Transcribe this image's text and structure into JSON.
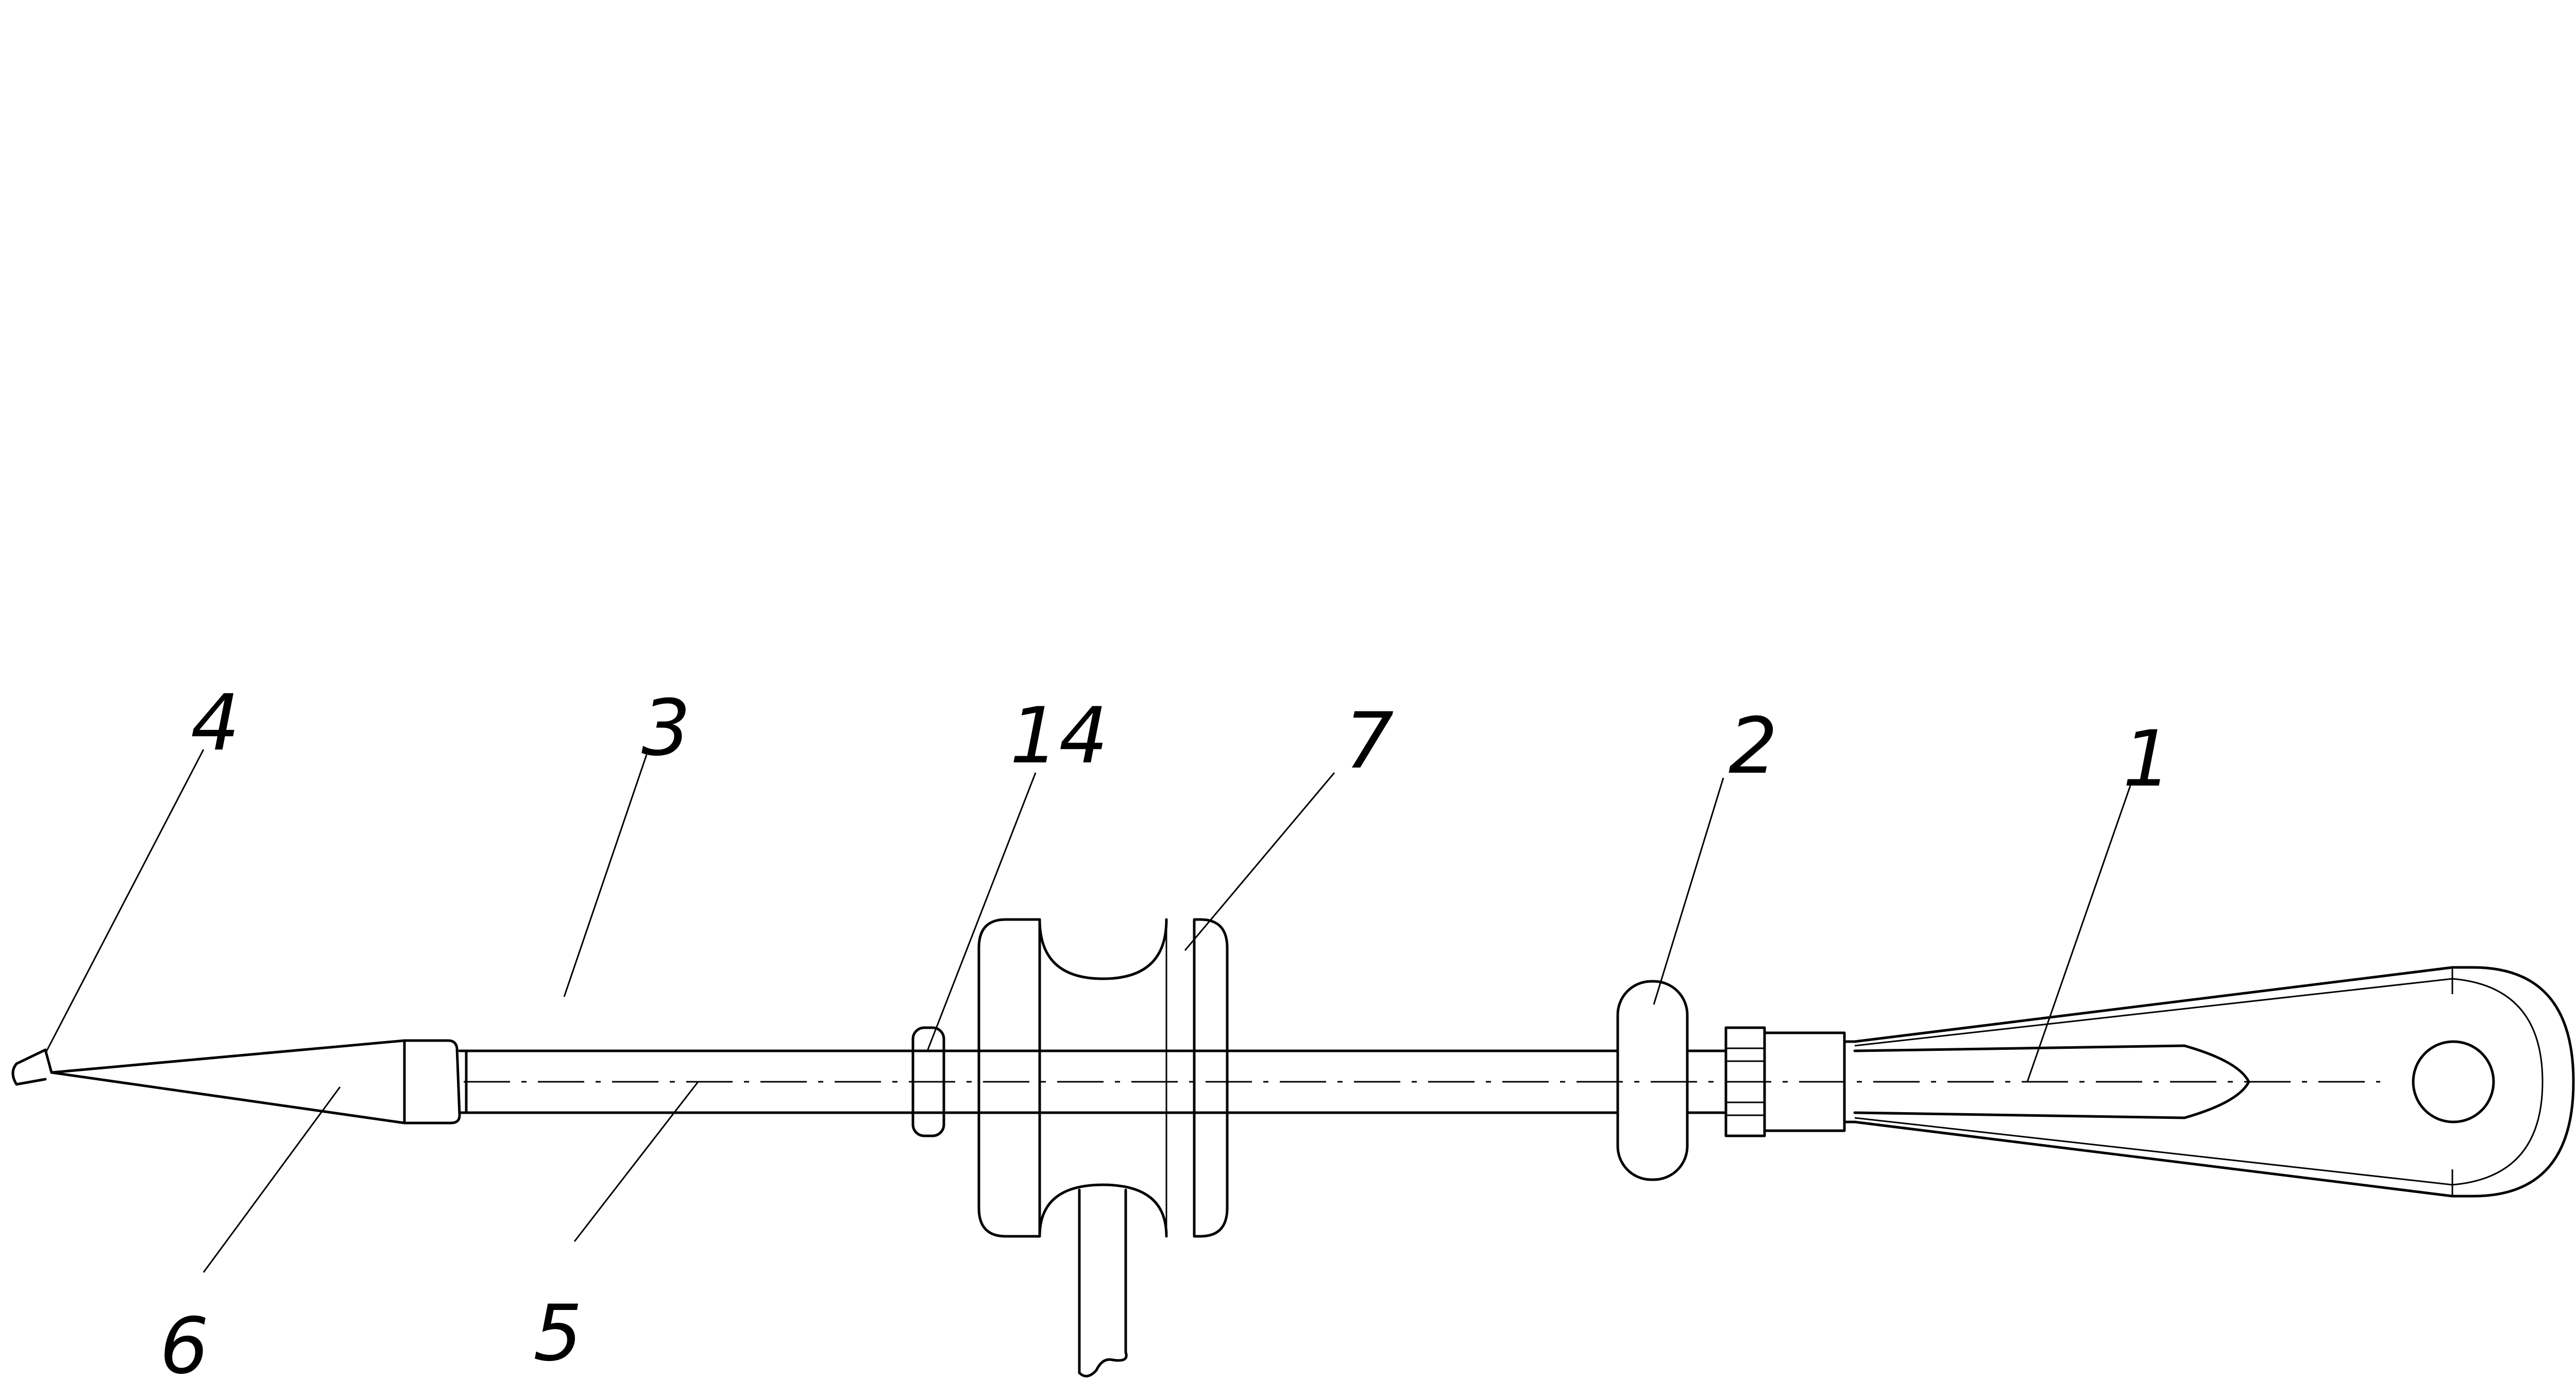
{
  "diagram": {
    "callouts": [
      {
        "id": "4",
        "label": "4"
      },
      {
        "id": "3",
        "label": "3"
      },
      {
        "id": "14",
        "label": "14"
      },
      {
        "id": "7",
        "label": "7"
      },
      {
        "id": "2",
        "label": "2"
      },
      {
        "id": "1",
        "label": "1"
      },
      {
        "id": "6",
        "label": "6"
      },
      {
        "id": "5",
        "label": "5"
      }
    ],
    "line_color": "#000000",
    "background_color": "#ffffff"
  }
}
